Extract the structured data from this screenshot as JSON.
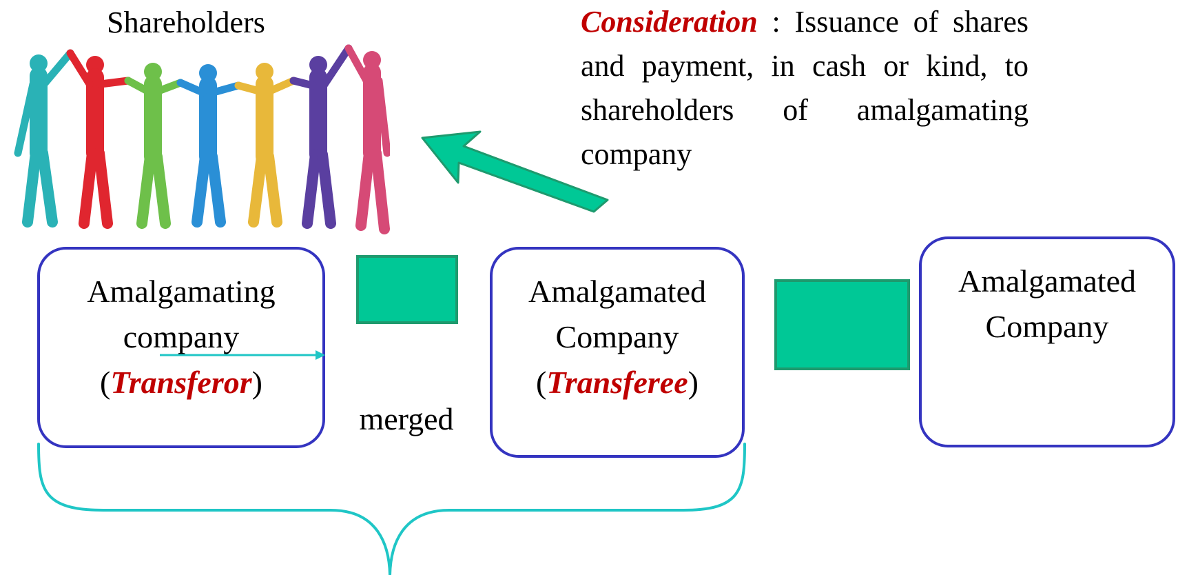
{
  "shareholders": {
    "title": "Shareholders"
  },
  "consideration": {
    "term": "Consideration",
    "separator": " : ",
    "text": "Issuance of shares and payment, in cash or kind, to shareholders of amalgamating company"
  },
  "transferor": {
    "line1": "Amalgamating",
    "line2": "company",
    "role_open": "(",
    "role": "Transferor",
    "role_close": ")"
  },
  "connector": {
    "label": "merged"
  },
  "transferee": {
    "line1": "Amalgamated",
    "line2": "Company",
    "role_open": "(",
    "role": "Transferee",
    "role_close": ")"
  },
  "result": {
    "line1": "Amalgamated",
    "line2": "Company"
  },
  "colors": {
    "box_border": "#3434c0",
    "emphasis": "#c00000",
    "green_fill": "#00c896",
    "green_border": "#1e9a6e",
    "brace": "#1fc6c6"
  },
  "icons": [
    "people-holding-hands-illustration",
    "arrow-to-shareholders-icon",
    "brace-icon"
  ]
}
